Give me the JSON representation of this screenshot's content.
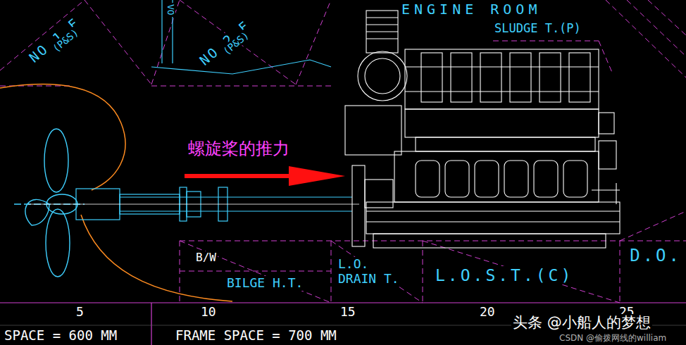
{
  "diagram": {
    "labels": [
      "ENGINE ROOM",
      "SLUDGE T.(P)",
      "NO.1 F",
      "(P&S)",
      "VO",
      "NO.2 F",
      "(P&S)",
      "螺旋桨的推力",
      "B/W",
      "BILGE H.T.",
      "L.O. DRAIN T.",
      "L.O.S.T.(C)",
      "D.O.",
      "5",
      "10",
      "15",
      "20",
      "25",
      "SPACE = 600 MM",
      "FRAME SPACE = 700 MM",
      "头条 @小船人的梦想",
      "CSDN @偷拨网线的william"
    ]
  }
}
